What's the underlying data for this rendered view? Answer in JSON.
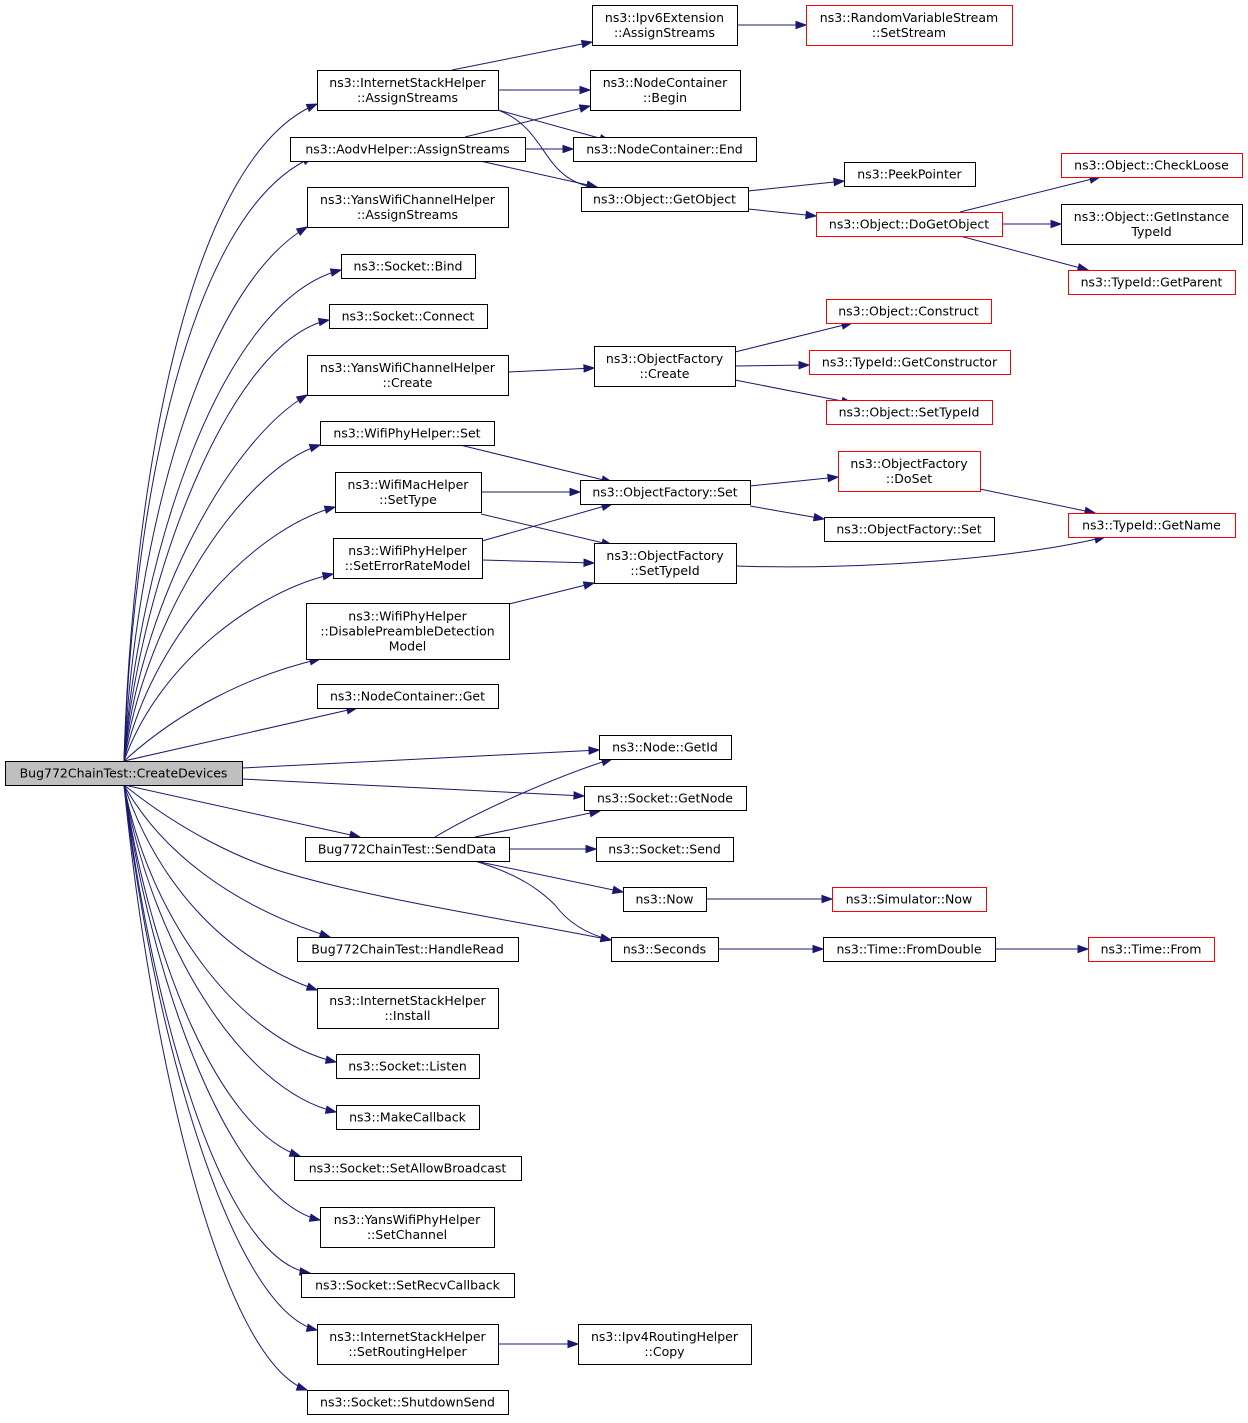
{
  "colors": {
    "edge": "#191970",
    "root_fill": "#bfbfbf",
    "external_border": "#ff0000",
    "node_border": "#000000"
  },
  "nodes": [
    {
      "id": "root",
      "lines": [
        "Bug772ChainTest::CreateDevices"
      ],
      "kind": "root"
    },
    {
      "id": "ish_assign",
      "lines": [
        "ns3::InternetStackHelper",
        "::AssignStreams"
      ]
    },
    {
      "id": "aodv_assign",
      "lines": [
        "ns3::AodvHelper::AssignStreams"
      ]
    },
    {
      "id": "ywch_assign",
      "lines": [
        "ns3::YansWifiChannelHelper",
        "::AssignStreams"
      ]
    },
    {
      "id": "sock_bind",
      "lines": [
        "ns3::Socket::Bind"
      ]
    },
    {
      "id": "sock_connect",
      "lines": [
        "ns3::Socket::Connect"
      ]
    },
    {
      "id": "ywch_create",
      "lines": [
        "ns3::YansWifiChannelHelper",
        "::Create"
      ]
    },
    {
      "id": "wph_set",
      "lines": [
        "ns3::WifiPhyHelper::Set"
      ]
    },
    {
      "id": "wmh_settype",
      "lines": [
        "ns3::WifiMacHelper",
        "::SetType"
      ]
    },
    {
      "id": "wph_seterm",
      "lines": [
        "ns3::WifiPhyHelper",
        "::SetErrorRateModel"
      ]
    },
    {
      "id": "wph_dpdm",
      "lines": [
        "ns3::WifiPhyHelper",
        "::DisablePreambleDetection",
        "Model"
      ]
    },
    {
      "id": "nc_get",
      "lines": [
        "ns3::NodeContainer::Get"
      ]
    },
    {
      "id": "senddata",
      "lines": [
        "Bug772ChainTest::SendData"
      ]
    },
    {
      "id": "handleread",
      "lines": [
        "Bug772ChainTest::HandleRead"
      ]
    },
    {
      "id": "ish_install",
      "lines": [
        "ns3::InternetStackHelper",
        "::Install"
      ]
    },
    {
      "id": "sock_listen",
      "lines": [
        "ns3::Socket::Listen"
      ]
    },
    {
      "id": "makecallback",
      "lines": [
        "ns3::MakeCallback"
      ]
    },
    {
      "id": "sock_sab",
      "lines": [
        "ns3::Socket::SetAllowBroadcast"
      ]
    },
    {
      "id": "ywph_setch",
      "lines": [
        "ns3::YansWifiPhyHelper",
        "::SetChannel"
      ]
    },
    {
      "id": "sock_src",
      "lines": [
        "ns3::Socket::SetRecvCallback"
      ]
    },
    {
      "id": "ish_setrh",
      "lines": [
        "ns3::InternetStackHelper",
        "::SetRoutingHelper"
      ]
    },
    {
      "id": "sock_shut",
      "lines": [
        "ns3::Socket::ShutdownSend"
      ]
    },
    {
      "id": "ipv6ext",
      "lines": [
        "ns3::Ipv6Extension",
        "::AssignStreams"
      ]
    },
    {
      "id": "nc_begin",
      "lines": [
        "ns3::NodeContainer",
        "::Begin"
      ]
    },
    {
      "id": "nc_end",
      "lines": [
        "ns3::NodeContainer::End"
      ]
    },
    {
      "id": "obj_getobject",
      "lines": [
        "ns3::Object::GetObject"
      ]
    },
    {
      "id": "of_create",
      "lines": [
        "ns3::ObjectFactory",
        "::Create"
      ]
    },
    {
      "id": "of_set",
      "lines": [
        "ns3::ObjectFactory::Set"
      ]
    },
    {
      "id": "of_settypeid",
      "lines": [
        "ns3::ObjectFactory",
        "::SetTypeId"
      ]
    },
    {
      "id": "node_getid",
      "lines": [
        "ns3::Node::GetId"
      ]
    },
    {
      "id": "sock_getnode",
      "lines": [
        "ns3::Socket::GetNode"
      ]
    },
    {
      "id": "sock_send",
      "lines": [
        "ns3::Socket::Send"
      ]
    },
    {
      "id": "now",
      "lines": [
        "ns3::Now"
      ]
    },
    {
      "id": "seconds",
      "lines": [
        "ns3::Seconds"
      ]
    },
    {
      "id": "ipv4rh_copy",
      "lines": [
        "ns3::Ipv4RoutingHelper",
        "::Copy"
      ]
    },
    {
      "id": "rvs_setstream",
      "lines": [
        "ns3::RandomVariableStream",
        "::SetStream"
      ],
      "kind": "ext"
    },
    {
      "id": "peekpointer",
      "lines": [
        "ns3::PeekPointer"
      ]
    },
    {
      "id": "obj_dogetobject",
      "lines": [
        "ns3::Object::DoGetObject"
      ],
      "kind": "ext"
    },
    {
      "id": "obj_construct",
      "lines": [
        "ns3::Object::Construct"
      ],
      "kind": "ext"
    },
    {
      "id": "tid_getctor",
      "lines": [
        "ns3::TypeId::GetConstructor"
      ],
      "kind": "ext"
    },
    {
      "id": "obj_settypeid",
      "lines": [
        "ns3::Object::SetTypeId"
      ],
      "kind": "ext"
    },
    {
      "id": "of_doset",
      "lines": [
        "ns3::ObjectFactory",
        "::DoSet"
      ],
      "kind": "ext"
    },
    {
      "id": "of_set2",
      "lines": [
        "ns3::ObjectFactory::Set"
      ]
    },
    {
      "id": "sim_now",
      "lines": [
        "ns3::Simulator::Now"
      ],
      "kind": "ext"
    },
    {
      "id": "time_fromdouble",
      "lines": [
        "ns3::Time::FromDouble"
      ]
    },
    {
      "id": "obj_checkloose",
      "lines": [
        "ns3::Object::CheckLoose"
      ],
      "kind": "ext"
    },
    {
      "id": "obj_getinsttid",
      "lines": [
        "ns3::Object::GetInstance",
        "TypeId"
      ]
    },
    {
      "id": "tid_getparent",
      "lines": [
        "ns3::TypeId::GetParent"
      ],
      "kind": "ext"
    },
    {
      "id": "tid_getname",
      "lines": [
        "ns3::TypeId::GetName"
      ],
      "kind": "ext"
    },
    {
      "id": "time_from",
      "lines": [
        "ns3::Time::From"
      ],
      "kind": "ext"
    }
  ],
  "edges": [
    [
      "root",
      "ish_assign"
    ],
    [
      "root",
      "aodv_assign"
    ],
    [
      "root",
      "ywch_assign"
    ],
    [
      "root",
      "sock_bind"
    ],
    [
      "root",
      "sock_connect"
    ],
    [
      "root",
      "ywch_create"
    ],
    [
      "root",
      "wph_set"
    ],
    [
      "root",
      "wmh_settype"
    ],
    [
      "root",
      "wph_seterm"
    ],
    [
      "root",
      "wph_dpdm"
    ],
    [
      "root",
      "nc_get"
    ],
    [
      "root",
      "node_getid"
    ],
    [
      "root",
      "sock_getnode"
    ],
    [
      "root",
      "senddata"
    ],
    [
      "root",
      "seconds"
    ],
    [
      "root",
      "handleread"
    ],
    [
      "root",
      "ish_install"
    ],
    [
      "root",
      "sock_listen"
    ],
    [
      "root",
      "makecallback"
    ],
    [
      "root",
      "sock_sab"
    ],
    [
      "root",
      "ywph_setch"
    ],
    [
      "root",
      "sock_src"
    ],
    [
      "root",
      "ish_setrh"
    ],
    [
      "root",
      "sock_shut"
    ],
    [
      "ish_assign",
      "ipv6ext"
    ],
    [
      "ish_assign",
      "nc_begin"
    ],
    [
      "ish_assign",
      "nc_end"
    ],
    [
      "ish_assign",
      "obj_getobject"
    ],
    [
      "aodv_assign",
      "nc_begin"
    ],
    [
      "aodv_assign",
      "nc_end"
    ],
    [
      "aodv_assign",
      "obj_getobject"
    ],
    [
      "ipv6ext",
      "rvs_setstream"
    ],
    [
      "obj_getobject",
      "peekpointer"
    ],
    [
      "obj_getobject",
      "obj_dogetobject"
    ],
    [
      "obj_dogetobject",
      "obj_checkloose"
    ],
    [
      "obj_dogetobject",
      "obj_getinsttid"
    ],
    [
      "obj_dogetobject",
      "tid_getparent"
    ],
    [
      "ywch_create",
      "of_create"
    ],
    [
      "of_create",
      "obj_construct"
    ],
    [
      "of_create",
      "tid_getctor"
    ],
    [
      "of_create",
      "obj_settypeid"
    ],
    [
      "wph_set",
      "of_set"
    ],
    [
      "wmh_settype",
      "of_set"
    ],
    [
      "wmh_settype",
      "of_settypeid"
    ],
    [
      "wph_seterm",
      "of_set"
    ],
    [
      "wph_seterm",
      "of_settypeid"
    ],
    [
      "wph_dpdm",
      "of_settypeid"
    ],
    [
      "of_set",
      "of_doset"
    ],
    [
      "of_set",
      "of_set2"
    ],
    [
      "of_doset",
      "tid_getname"
    ],
    [
      "of_settypeid",
      "tid_getname"
    ],
    [
      "senddata",
      "node_getid"
    ],
    [
      "senddata",
      "sock_getnode"
    ],
    [
      "senddata",
      "sock_send"
    ],
    [
      "senddata",
      "now"
    ],
    [
      "senddata",
      "seconds"
    ],
    [
      "now",
      "sim_now"
    ],
    [
      "seconds",
      "time_fromdouble"
    ],
    [
      "time_fromdouble",
      "time_from"
    ],
    [
      "ish_setrh",
      "ipv4rh_copy"
    ]
  ]
}
